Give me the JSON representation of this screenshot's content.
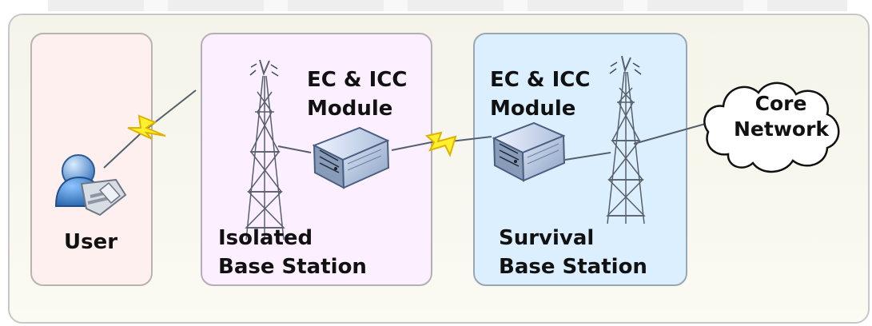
{
  "labels": {
    "user": "User",
    "isolated_station": "Isolated\nBase Station",
    "isolated_module": "EC & ICC\nModule",
    "survival_module": "EC & ICC\nModule",
    "survival_station": "Survival\nBase Station",
    "core_network": "Core\nNetwork"
  },
  "icons": {
    "user": "user-with-phone-icon",
    "tower": "antenna-tower-icon",
    "server": "rack-server-icon",
    "wireless": "lightning-link-icon",
    "cloud": "cloud-icon"
  },
  "colors": {
    "user_panel": "#fdf0ee",
    "isolated_panel": "#fcefff",
    "survival_panel": "#dcefff",
    "outer_panel": "#f6f5ec",
    "lightning": "#ffe600"
  }
}
